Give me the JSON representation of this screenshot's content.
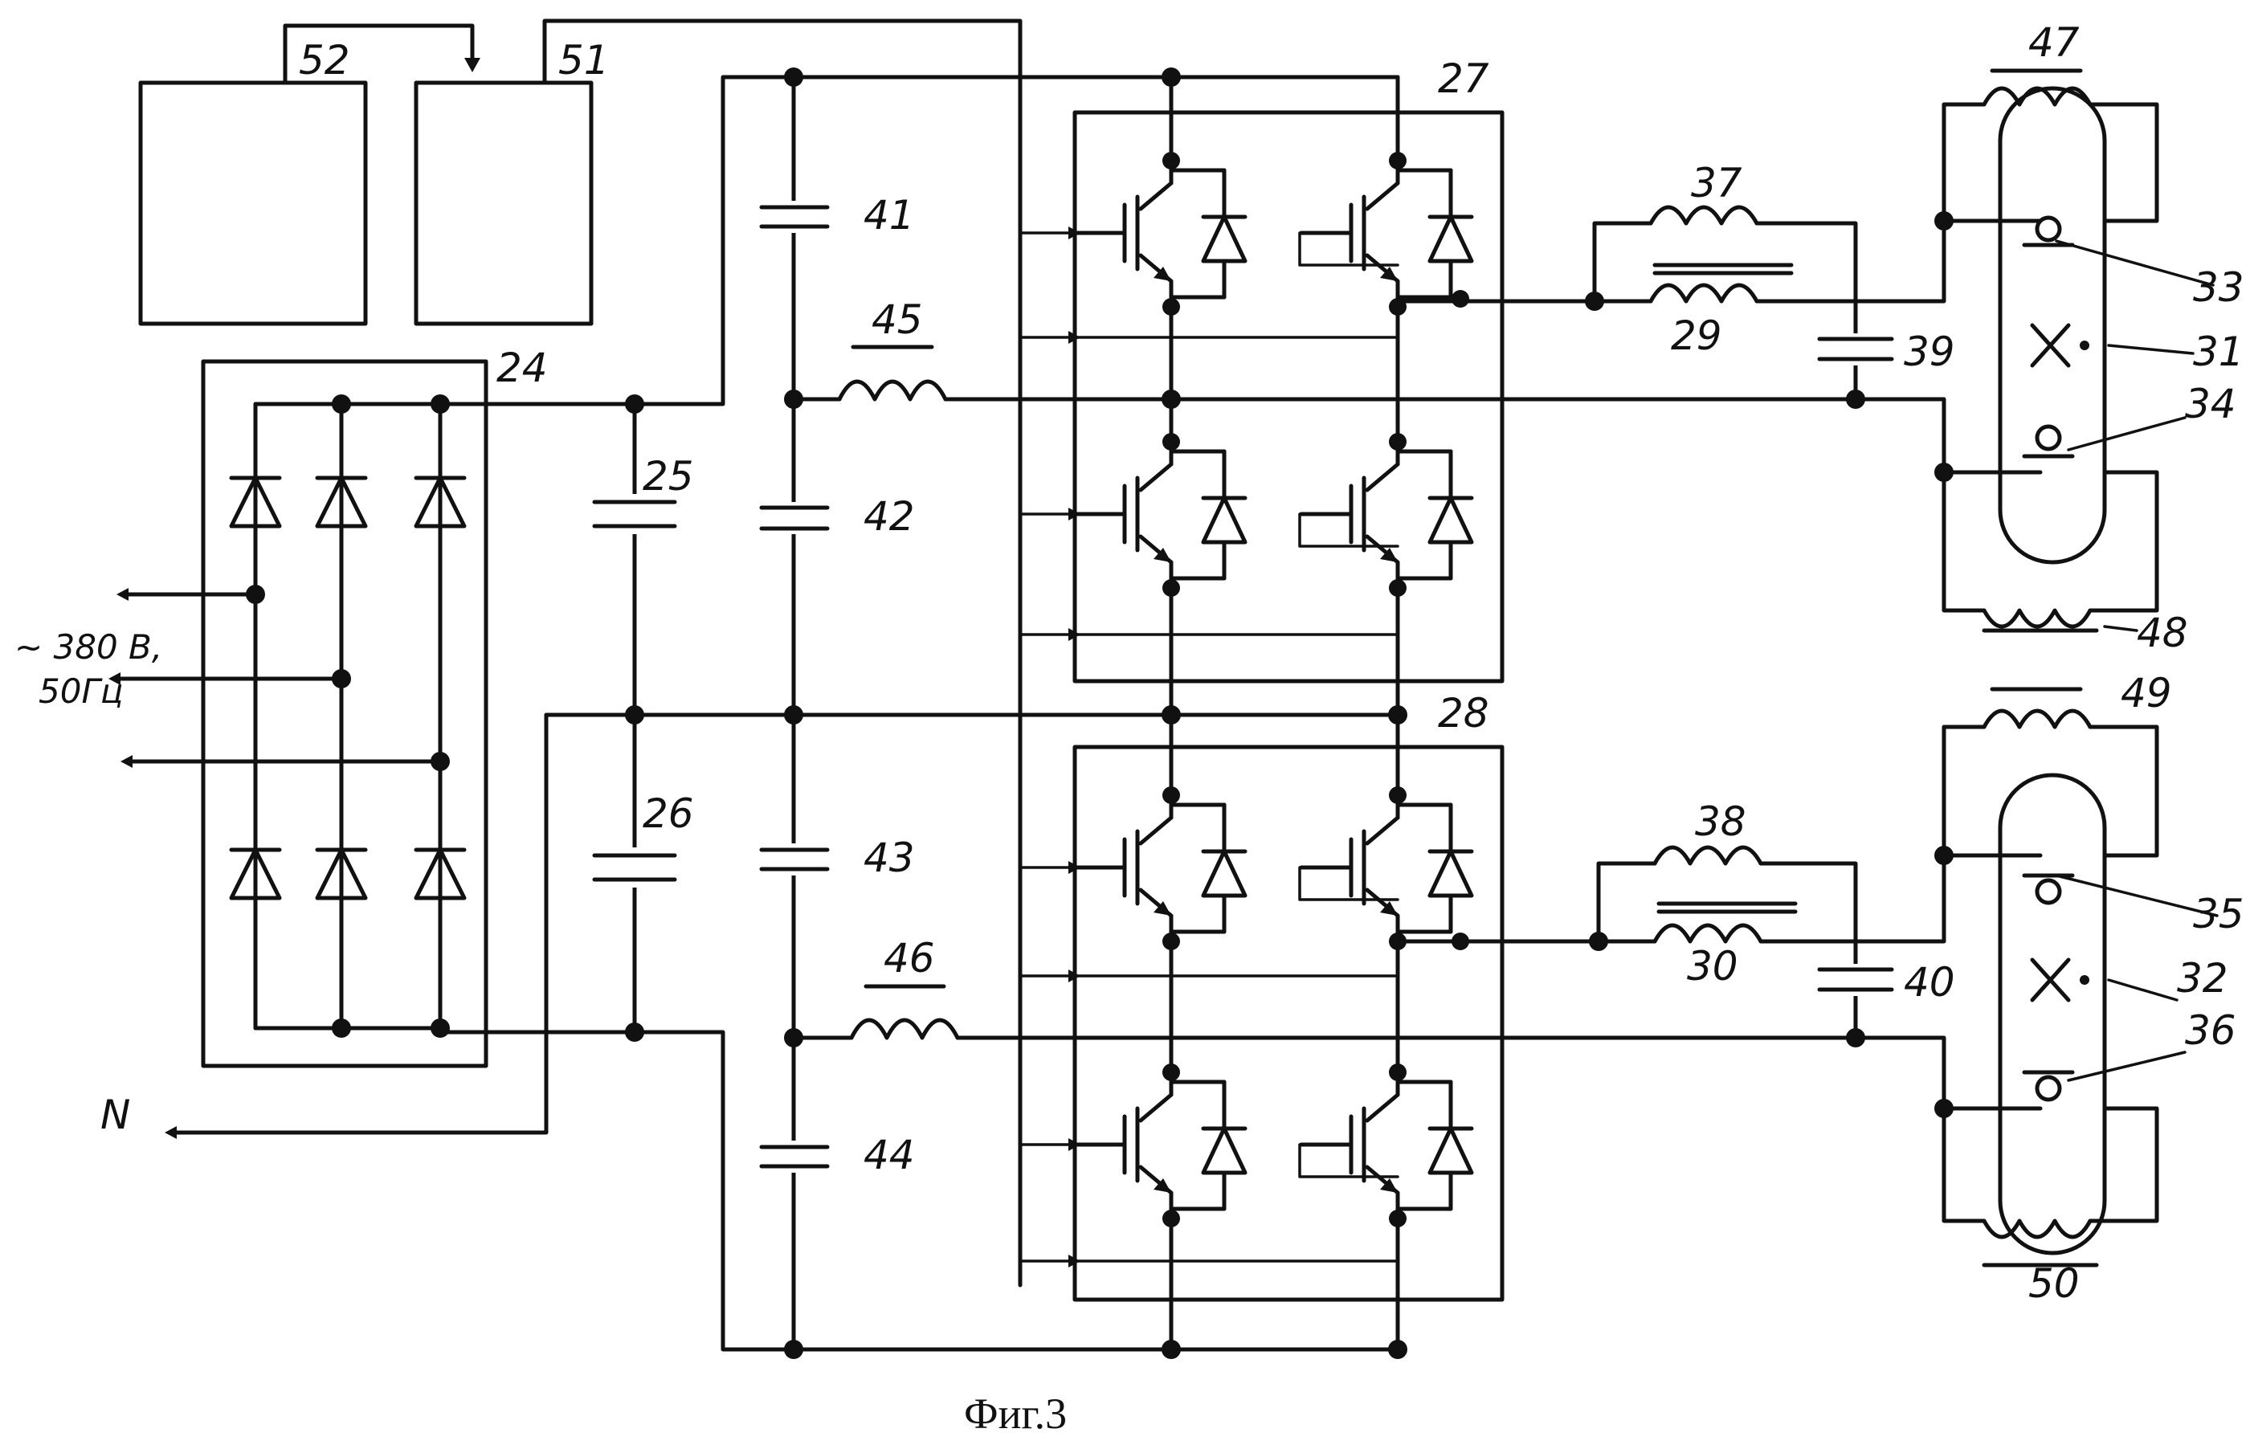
{
  "caption": "Фиг.3",
  "supply": {
    "voltage": "~ 380 В,",
    "frequency": "50Гц",
    "neutral": "N"
  },
  "labels": {
    "l24": "24",
    "l25": "25",
    "l26": "26",
    "l27": "27",
    "l28": "28",
    "l29": "29",
    "l30": "30",
    "l31": "31",
    "l32": "32",
    "l33": "33",
    "l34": "34",
    "l35": "35",
    "l36": "36",
    "l37": "37",
    "l38": "38",
    "l39": "39",
    "l40": "40",
    "l41": "41",
    "l42": "42",
    "l43": "43",
    "l44": "44",
    "l45": "45",
    "l46": "46",
    "l47": "47",
    "l48": "48",
    "l49": "49",
    "l50": "50",
    "l51": "51",
    "l52": "52"
  }
}
